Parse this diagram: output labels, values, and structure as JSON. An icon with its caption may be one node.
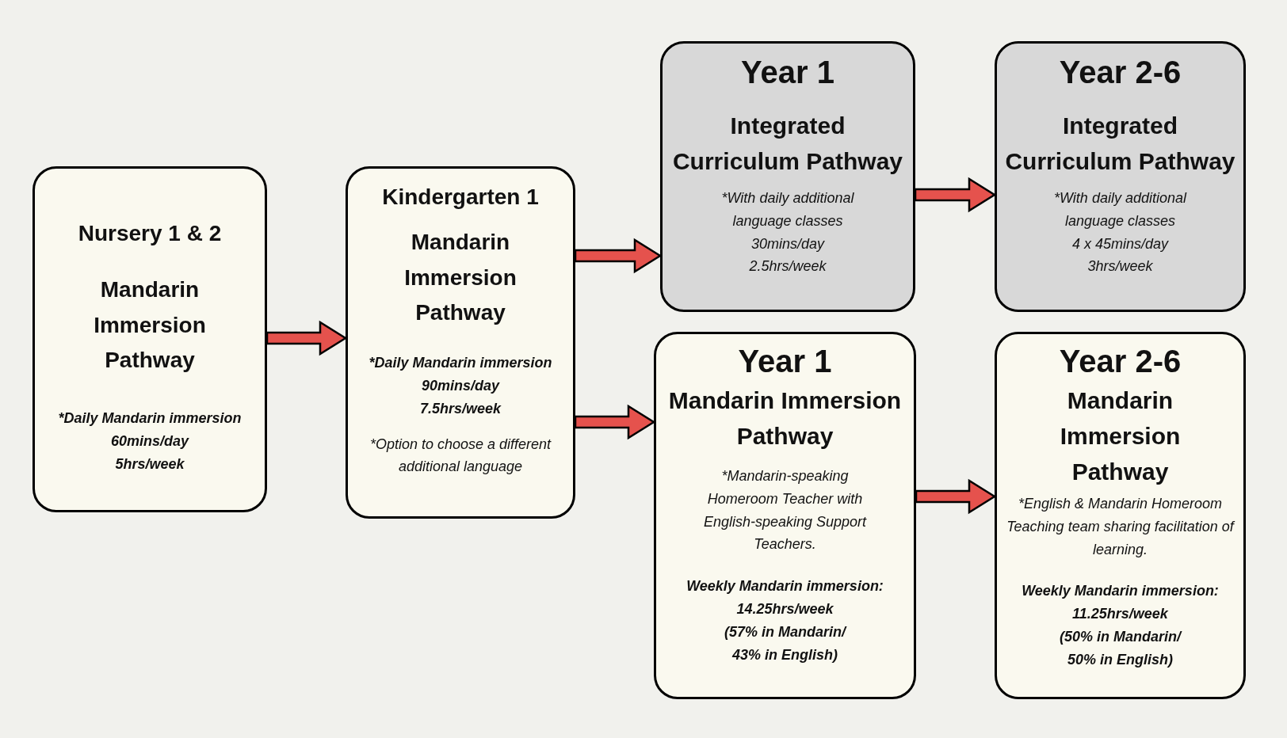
{
  "diagram": {
    "nodes": [
      {
        "text": [
          "Nursery 1 & 2",
          "Mandarin Immersion Pathway",
          "*Daily Mandarin immersion",
          "60mins/day",
          "5hrs/week"
        ]
      },
      {
        "text": [
          "Kindergarten 1",
          "Mandarin Immersion Pathway",
          "*Daily Mandarin immersion",
          "90mins/day",
          "7.5hrs/week",
          "*Option to choose a different additional language"
        ]
      },
      {
        "text": [
          "Year 1",
          "Integrated Curriculum Pathway",
          "*With daily additional language classes",
          "30mins/day",
          "2.5hrs/week"
        ]
      },
      {
        "text": [
          "Year 2-6",
          "Integrated Curriculum Pathway",
          "*With daily additional language classes",
          "4 x 45mins/day",
          "3hrs/week"
        ]
      },
      {
        "text": [
          "Year 1",
          "Mandarin Immersion Pathway",
          "*Mandarin-speaking Homeroom Teacher with English-speaking Support Teachers.",
          "Weekly Mandarin immersion:",
          "14.25hrs/week",
          "(57% in Mandarin/ 43% in English)"
        ]
      },
      {
        "text": [
          "Year 2-6",
          "Mandarin Immersion Pathway",
          "*English & Mandarin Homeroom Teaching team sharing facilitation of learning.",
          "Weekly Mandarin immersion:",
          "11.25hrs/week",
          "(50% in Mandarin/ 50% in English)"
        ]
      }
    ],
    "edges": [
      {
        "from": 0,
        "to": 1,
        "arrow": "to"
      },
      {
        "from": 1,
        "to": 2,
        "arrow": "to"
      },
      {
        "from": 1,
        "to": 4,
        "arrow": "to"
      },
      {
        "from": 2,
        "to": 3,
        "arrow": "to"
      },
      {
        "from": 4,
        "to": 5,
        "arrow": "to"
      }
    ]
  }
}
